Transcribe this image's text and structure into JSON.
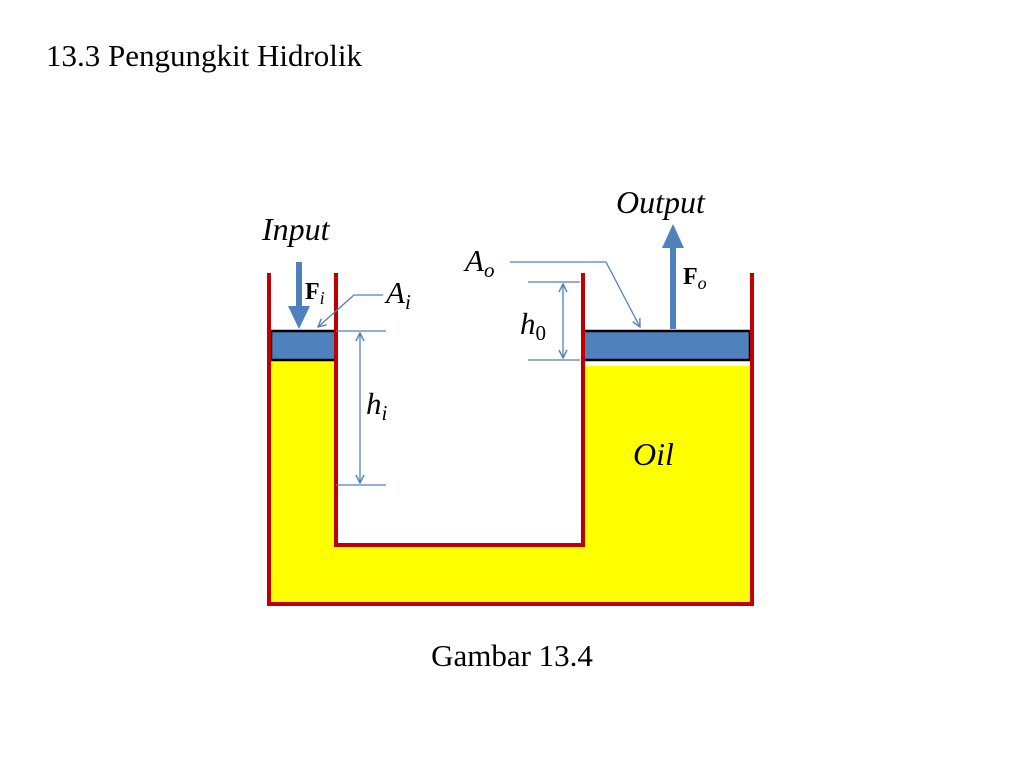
{
  "slide": {
    "title": "13.3 Pengungkit Hidrolik",
    "caption": "Gambar 13.4"
  },
  "diagram": {
    "input_label": "Input",
    "output_label": "Output",
    "input_force": {
      "symbol": "F",
      "subscript": "i"
    },
    "output_force": {
      "symbol": "F",
      "subscript": "o"
    },
    "input_area": {
      "symbol": "A",
      "subscript": "i"
    },
    "output_area": {
      "symbol": "A",
      "subscript": "o"
    },
    "input_height": {
      "symbol": "h",
      "subscript": "i"
    },
    "output_height": {
      "symbol": "h",
      "subscript": "0"
    },
    "fluid_label": "Oil",
    "colors": {
      "oil": "#ffff00",
      "wall": "#c00000",
      "piston": "#4f81bd",
      "force_arrow": "#4f81bd",
      "dimension_line": "#4f81bd"
    }
  }
}
